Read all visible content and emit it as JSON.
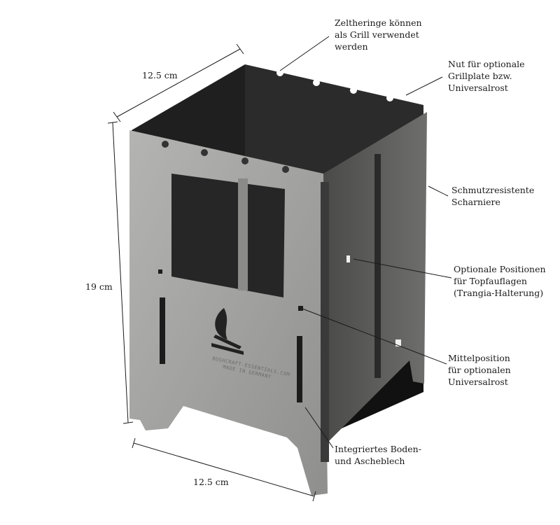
{
  "dimensions": {
    "width_top": "12.5 cm",
    "height": "19 cm",
    "width_bottom": "12.5 cm"
  },
  "callouts": [
    {
      "lines": [
        "Zeltheringe können",
        "als Grill verwendet",
        "werden"
      ]
    },
    {
      "lines": [
        "Nut für optionale",
        "Grillplate bzw.",
        "Universalrost"
      ]
    },
    {
      "lines": [
        "Schmutzresistente",
        "Scharniere"
      ]
    },
    {
      "lines": [
        "Optionale Positionen",
        "für Topfauflagen",
        "(Trangia-Halterung)"
      ]
    },
    {
      "lines": [
        "Mittelposition",
        "für optionalen",
        "Universalrost"
      ]
    },
    {
      "lines": [
        "Integriertes Boden-",
        "und Ascheblech"
      ]
    }
  ],
  "engraving": {
    "line1": "BUSHCRAFT-ESSENTIALS.COM",
    "line2": "MADE IN GERMANY"
  },
  "colors": {
    "front_panel": "#a9a9a7",
    "side_panel": "#5d5d5b",
    "back_panel": "#2b2b2b"
  }
}
